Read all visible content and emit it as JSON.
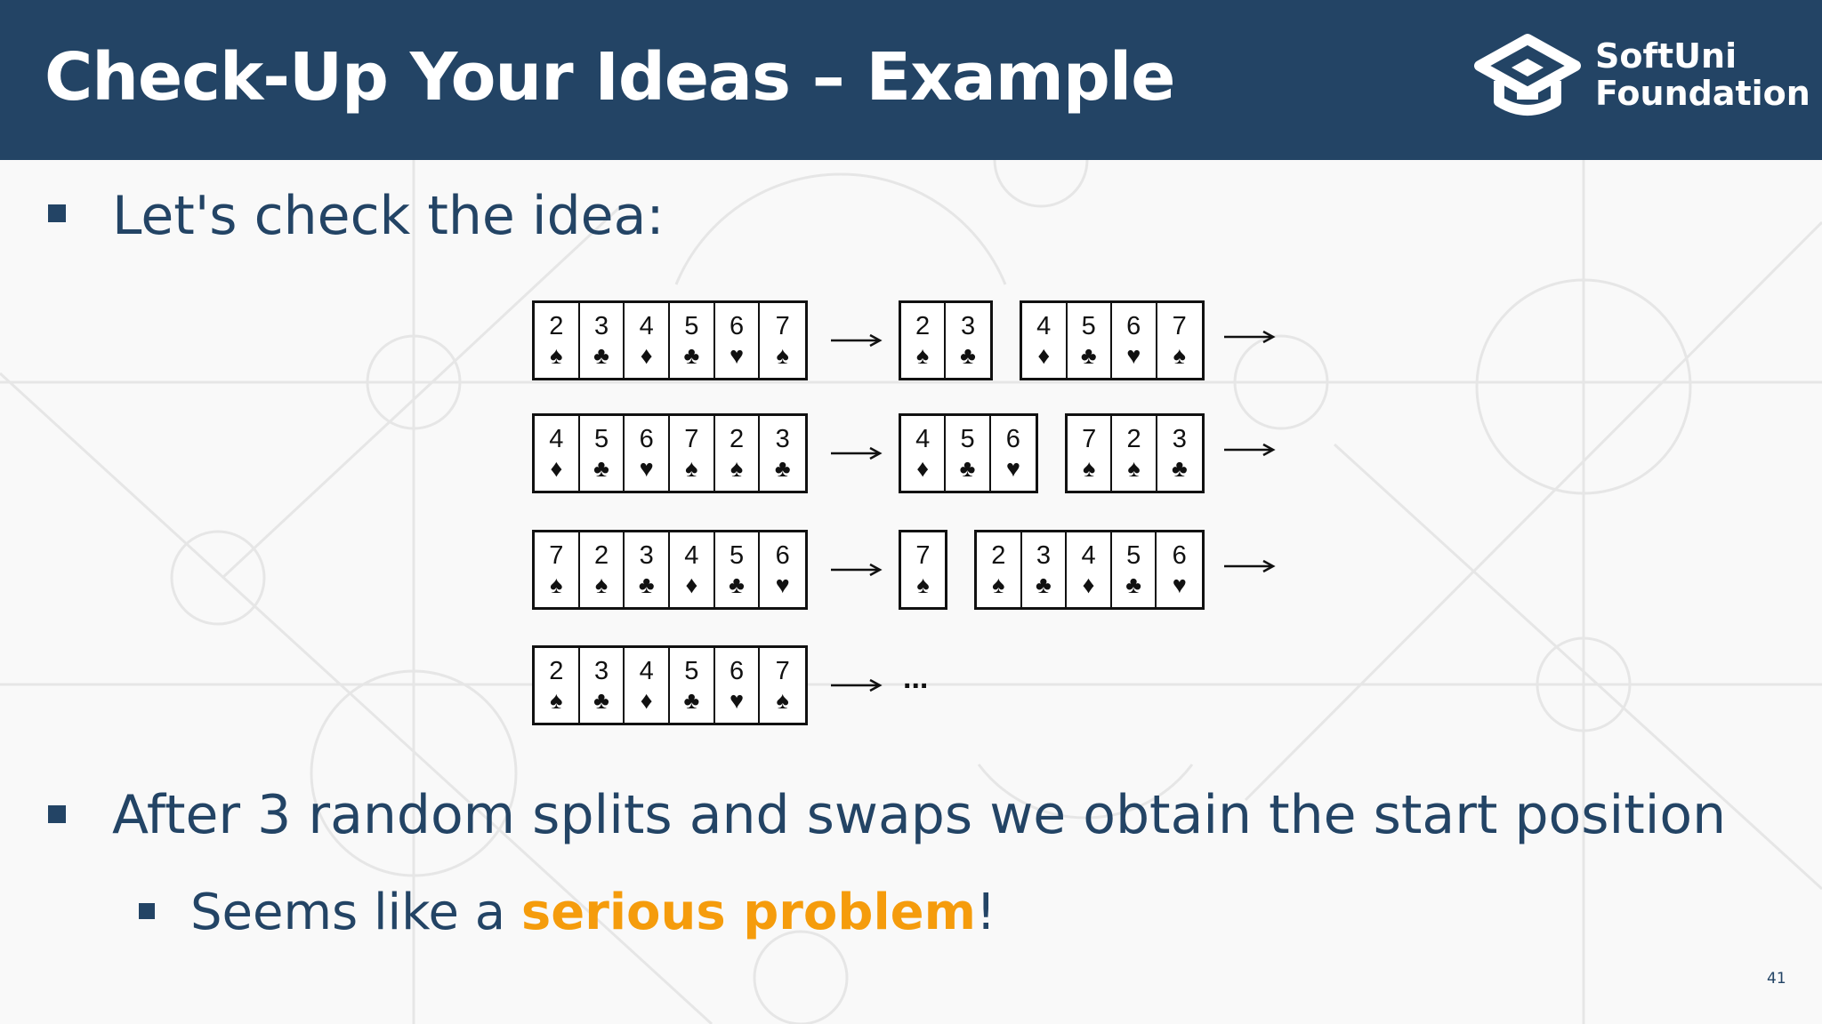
{
  "slide": {
    "title": "Check-Up Your Ideas – Example",
    "logo": {
      "line1": "SoftUni",
      "line2": "Foundation"
    },
    "bullet1": "Let's check the idea:",
    "bullet2": "After 3 random splits and swaps we obtain the start position",
    "bullet3": {
      "prefix": "Seems like a ",
      "highlight": "serious problem",
      "suffix": "!"
    },
    "page_number": "41",
    "colors": {
      "header": "#234465",
      "text": "#234465",
      "highlight": "#f59c0c"
    }
  },
  "diagram": {
    "rows": [
      {
        "deck": [
          [
            "2",
            "♠"
          ],
          [
            "3",
            "♣"
          ],
          [
            "4",
            "♦"
          ],
          [
            "5",
            "♣"
          ],
          [
            "6",
            "♥"
          ],
          [
            "7",
            "♠"
          ]
        ],
        "left": [
          [
            "2",
            "♠"
          ],
          [
            "3",
            "♣"
          ]
        ],
        "right": [
          [
            "4",
            "♦"
          ],
          [
            "5",
            "♣"
          ],
          [
            "6",
            "♥"
          ],
          [
            "7",
            "♠"
          ]
        ]
      },
      {
        "deck": [
          [
            "4",
            "♦"
          ],
          [
            "5",
            "♣"
          ],
          [
            "6",
            "♥"
          ],
          [
            "7",
            "♠"
          ],
          [
            "2",
            "♠"
          ],
          [
            "3",
            "♣"
          ]
        ],
        "left": [
          [
            "4",
            "♦"
          ],
          [
            "5",
            "♣"
          ],
          [
            "6",
            "♥"
          ]
        ],
        "right": [
          [
            "7",
            "♠"
          ],
          [
            "2",
            "♠"
          ],
          [
            "3",
            "♣"
          ]
        ]
      },
      {
        "deck": [
          [
            "7",
            "♠"
          ],
          [
            "2",
            "♠"
          ],
          [
            "3",
            "♣"
          ],
          [
            "4",
            "♦"
          ],
          [
            "5",
            "♣"
          ],
          [
            "6",
            "♥"
          ]
        ],
        "left": [
          [
            "7",
            "♠"
          ]
        ],
        "right": [
          [
            "2",
            "♠"
          ],
          [
            "3",
            "♣"
          ],
          [
            "4",
            "♦"
          ],
          [
            "5",
            "♣"
          ],
          [
            "6",
            "♥"
          ]
        ]
      },
      {
        "deck": [
          [
            "2",
            "♠"
          ],
          [
            "3",
            "♣"
          ],
          [
            "4",
            "♦"
          ],
          [
            "5",
            "♣"
          ],
          [
            "6",
            "♥"
          ],
          [
            "7",
            "♠"
          ]
        ],
        "left": [],
        "right": []
      }
    ],
    "ellipsis": "..."
  }
}
